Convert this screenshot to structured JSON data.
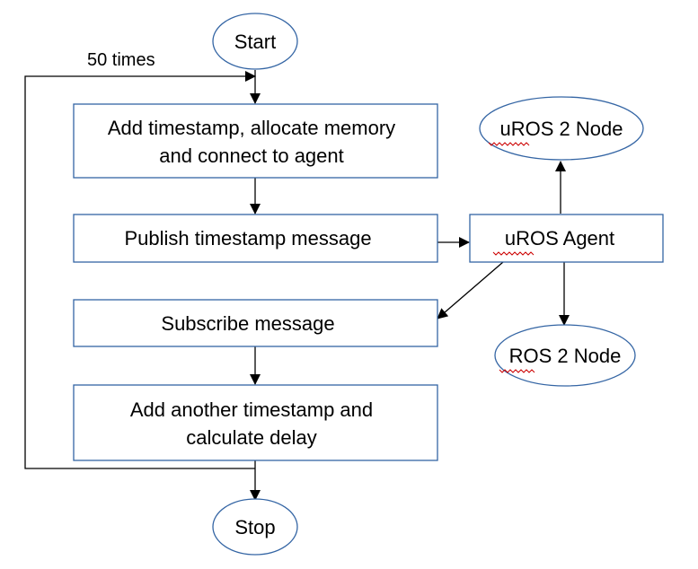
{
  "nodes": {
    "start": "Start",
    "stop": "Stop",
    "step1_line1": "Add timestamp, allocate memory",
    "step1_line2": "and connect to agent",
    "step2": "Publish timestamp message",
    "step3": "Subscribe message",
    "step4_line1": "Add another timestamp and",
    "step4_line2": "calculate delay",
    "agent": "uROS Agent",
    "uros_node": "uROS 2 Node",
    "ros_node": "ROS 2 Node"
  },
  "loop_label": "50 times",
  "colors": {
    "shape_stroke": "#3465a4",
    "edge": "#000000",
    "spellcheck_underline": "#cc0000"
  }
}
